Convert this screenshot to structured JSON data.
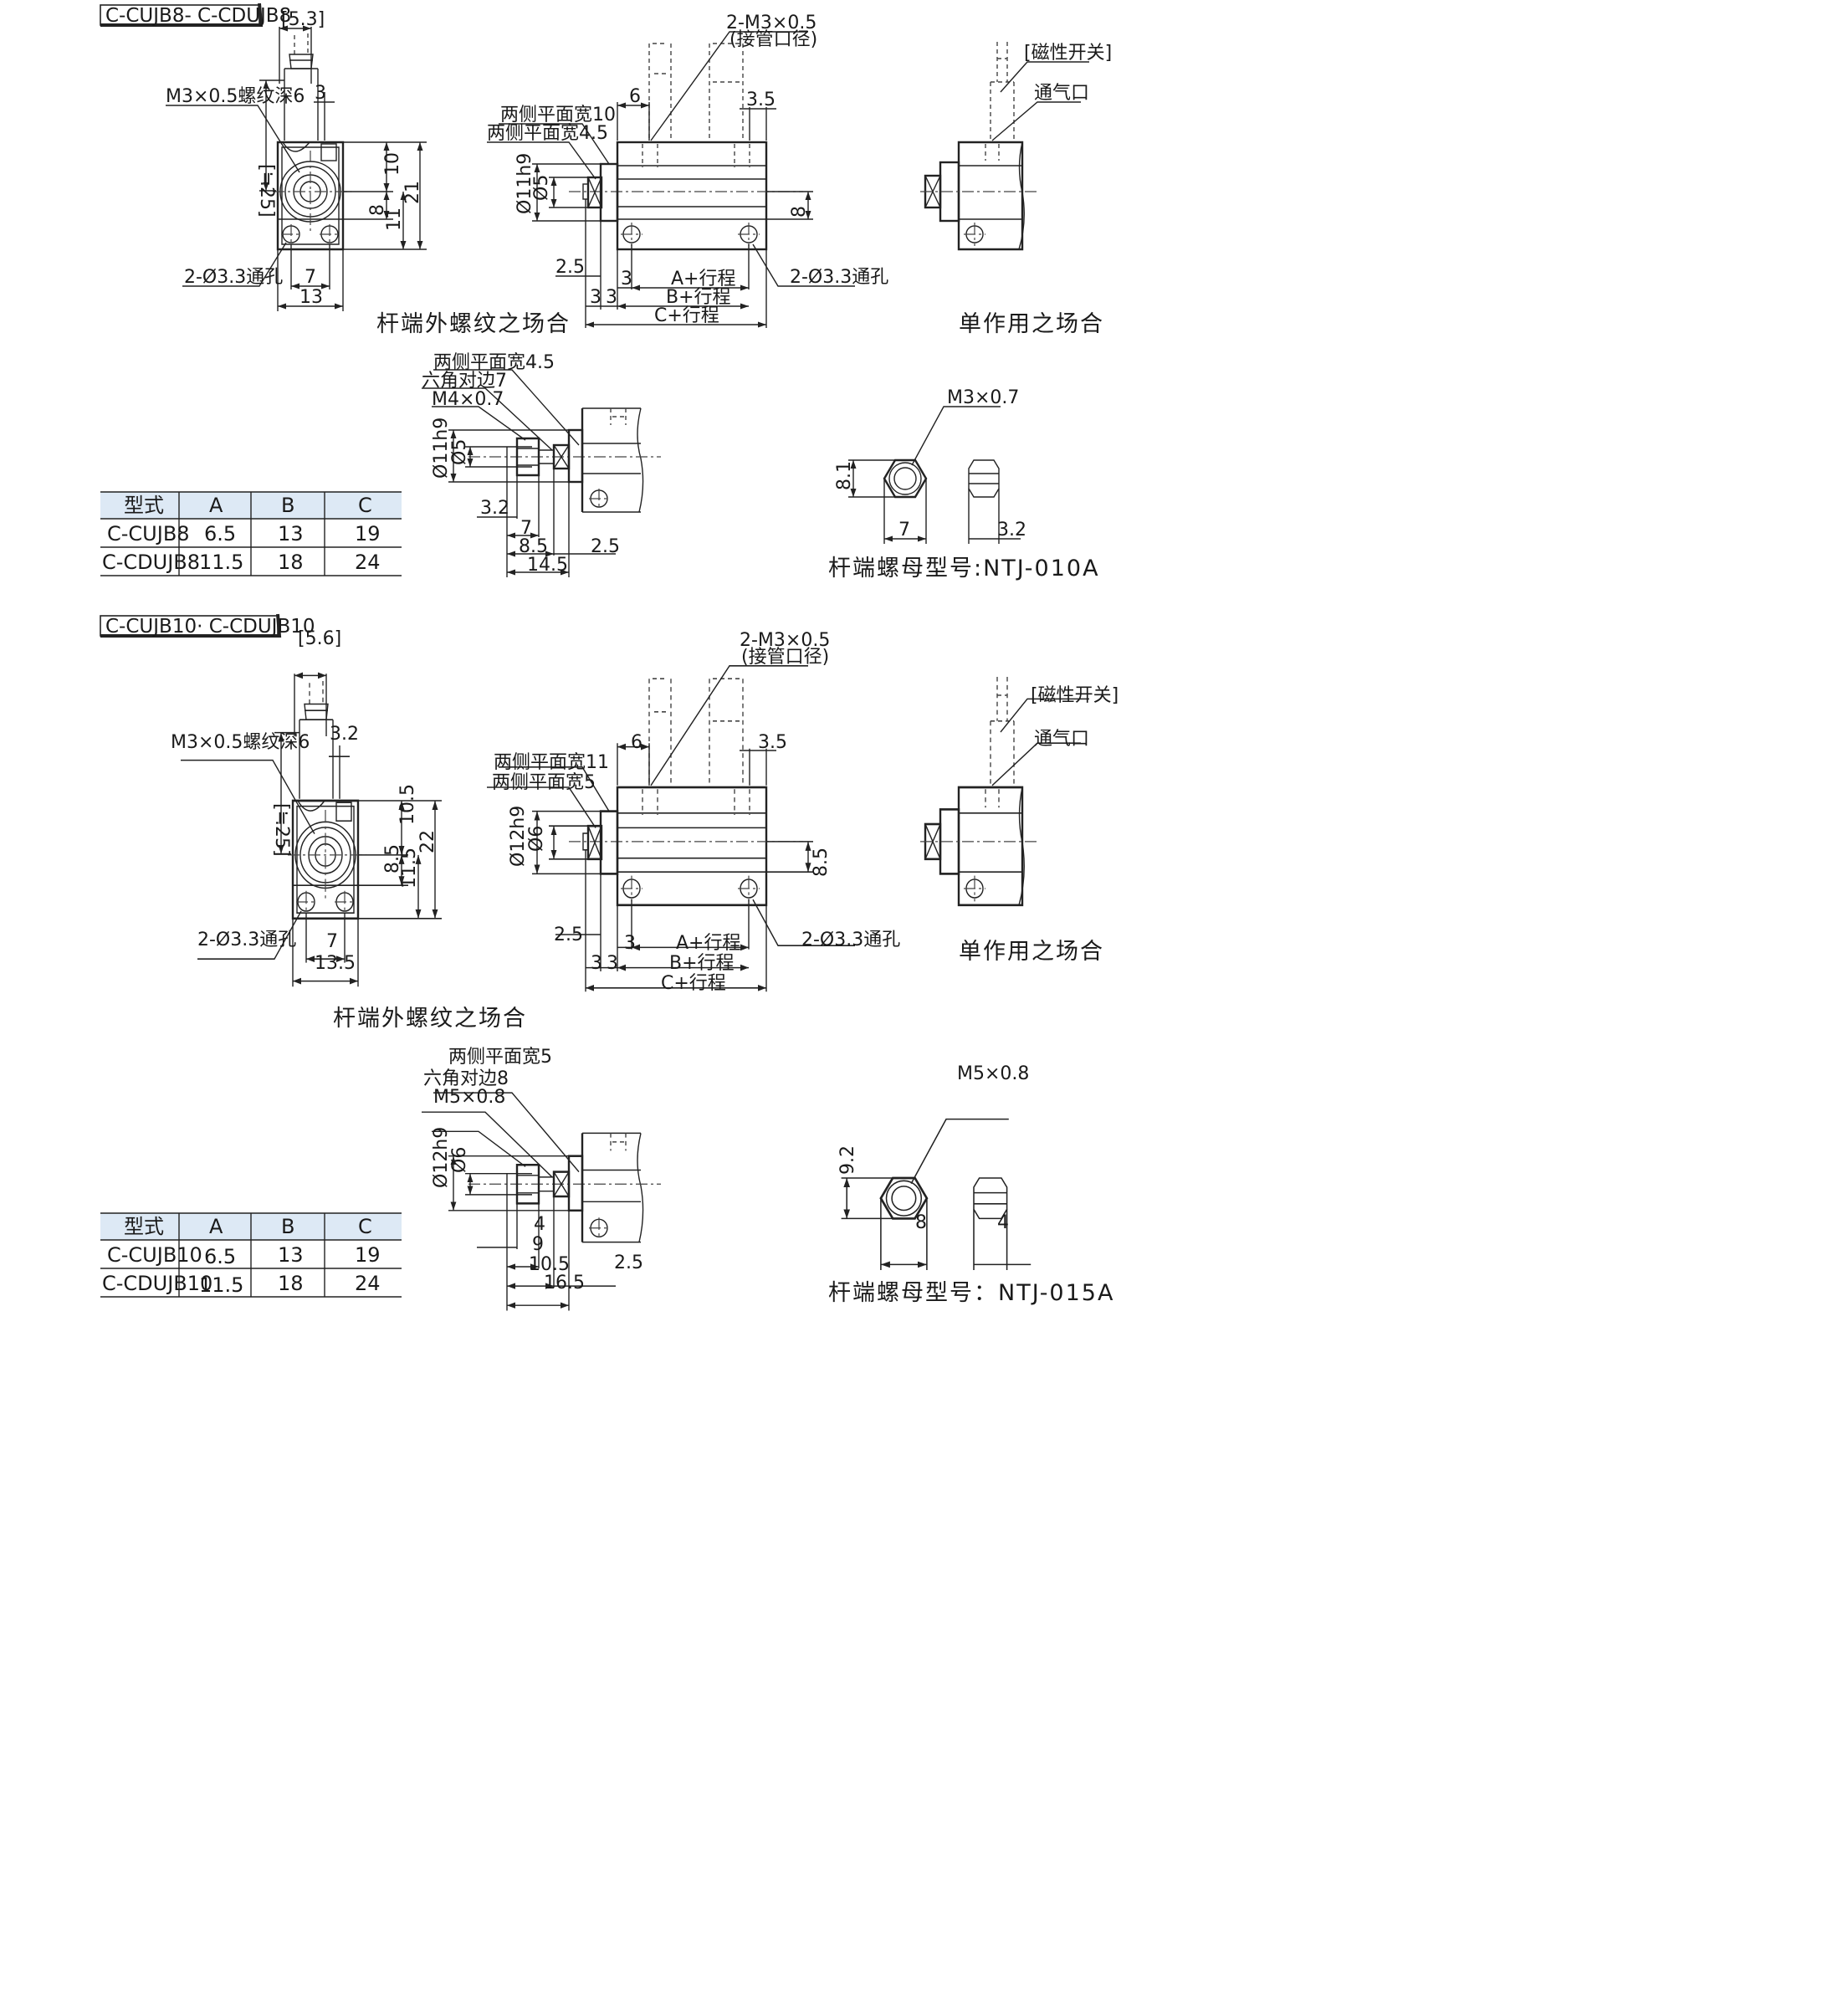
{
  "colors": {
    "ink": "#1a1a1a",
    "table_header": "#dde9f5",
    "line": "#222222"
  },
  "sections": [
    {
      "header": "C-CUJB8- C-CDUJB8",
      "front": {
        "top_dim": "[5.3]",
        "thread": "M3×0.5螺纹深6",
        "approx": "[≒25]",
        "d3": "3",
        "d10": "10",
        "d21": "21",
        "d8": "8",
        "d11": "11",
        "hole": "2-Ø3.3通孔",
        "d7": "7",
        "d13": "13"
      },
      "side": {
        "port": "2-M3×0.5",
        "port_note": "(接管口径)",
        "flat10": "两侧平面宽10",
        "flat45": "两侧平面宽4.5",
        "bore": "Ø11h9",
        "rod": "Ø5",
        "d6": "6",
        "d35": "3.5",
        "d8": "8",
        "d25": "2.5",
        "d3a": "3",
        "a": "A+行程",
        "hole": "2-Ø3.3通孔",
        "d3b": "3",
        "d3c": "3",
        "b": "B+行程",
        "c": "C+行程"
      },
      "caption_rod": "杆端外螺纹之场合",
      "single": {
        "switch": "[磁性开关]",
        "vent": "通气口"
      },
      "caption_single": "单作用之场合",
      "rodend": {
        "flat": "两侧平面宽4.5",
        "hex": "六角对边7",
        "thread": "M4×0.7",
        "bore": "Ø11h9",
        "rod": "Ø5",
        "d32": "3.2",
        "d7": "7",
        "d85": "8.5",
        "d25": "2.5",
        "d145": "14.5"
      },
      "nut": {
        "thread": "M3×0.7",
        "h": "8.1",
        "w": "7",
        "t": "3.2",
        "caption": "杆端螺母型号:NTJ-010A"
      },
      "table": {
        "headers": [
          "型式",
          "A",
          "B",
          "C"
        ],
        "rows": [
          [
            "C-CUJB8",
            "6.5",
            "13",
            "19"
          ],
          [
            "C-CDUJB8",
            "11.5",
            "18",
            "24"
          ]
        ]
      }
    },
    {
      "header": "C-CUJB10· C-CDUJB10",
      "front": {
        "top_dim": "[5.6]",
        "thread": "M3×0.5螺纹深6",
        "approx": "[≒25]",
        "d3": "3.2",
        "d10": "10.5",
        "d21": "22",
        "d8": "8.5",
        "d11": "11.5",
        "hole": "2-Ø3.3通孔",
        "d7": "7",
        "d13": "13.5"
      },
      "side": {
        "port": "2-M3×0.5",
        "port_note": "(接管口径)",
        "flat10": "两侧平面宽11",
        "flat45": "两侧平面宽5",
        "bore": "Ø12h9",
        "rod": "Ø6",
        "d6": "6",
        "d35": "3.5",
        "d8": "8.5",
        "d25": "2.5",
        "d3a": "3",
        "a": "A+行程",
        "hole": "2-Ø3.3通孔",
        "d3b": "3",
        "d3c": "3",
        "b": "B+行程",
        "c": "C+行程"
      },
      "caption_rod": "杆端外螺纹之场合",
      "single": {
        "switch": "[磁性开关]",
        "vent": "通气口"
      },
      "caption_single": "单作用之场合",
      "rodend": {
        "flat": "两侧平面宽5",
        "hex": "六角对边8",
        "thread": "M5×0.8",
        "bore": "Ø12h9",
        "rod": "Ø6",
        "d32": "4",
        "d7": "9",
        "d85": "10.5",
        "d25": "2.5",
        "d145": "16.5"
      },
      "nut": {
        "thread": "M5×0.8",
        "h": "9.2",
        "w": "8",
        "t": "4",
        "caption": "杆端螺母型号：NTJ-015A"
      },
      "table": {
        "headers": [
          "型式",
          "A",
          "B",
          "C"
        ],
        "rows": [
          [
            "C-CUJB10",
            "6.5",
            "13",
            "19"
          ],
          [
            "C-CDUJB10",
            "11.5",
            "18",
            "24"
          ]
        ]
      }
    }
  ]
}
